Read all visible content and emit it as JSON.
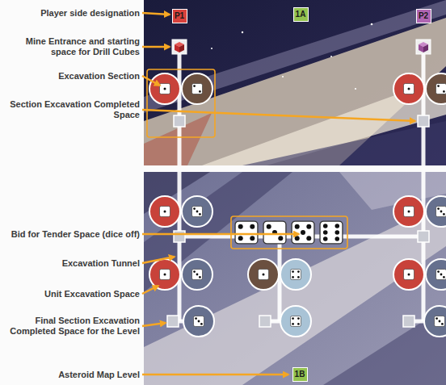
{
  "diagram": {
    "nodes": [
      {
        "text": [
          "P1"
        ]
      },
      {
        "text": [
          "1A"
        ]
      },
      {
        "text": [
          "P2"
        ]
      },
      {
        "text": [
          "1B"
        ]
      }
    ],
    "labels": [
      "Player side designation",
      "Mine Entrance and starting space for Drill Cubes",
      "Excavation Section",
      "Section Excavation Completed Space",
      "Bid for Tender Space (dice off)",
      "Excavation Tunnel",
      "Unit Excavation Space",
      "Final Section Excavation Completed Space for the Level",
      "Asteroid Map Level"
    ]
  }
}
